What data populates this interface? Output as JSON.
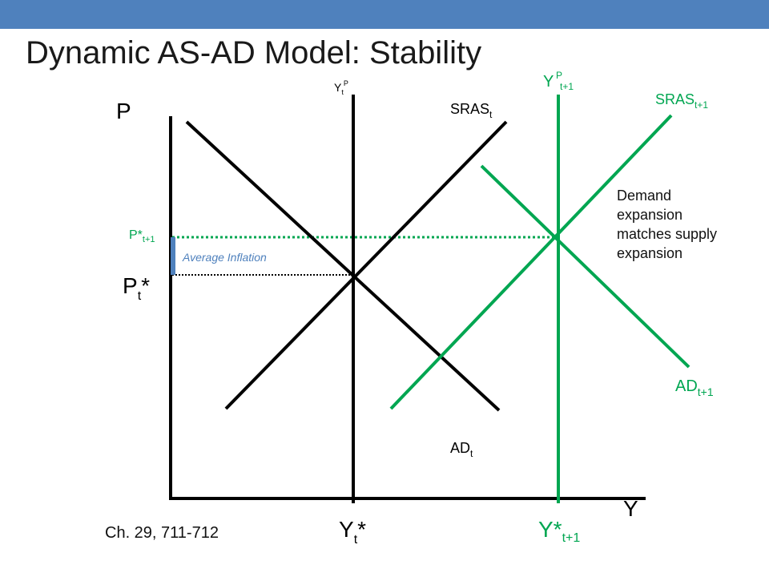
{
  "slide": {
    "title": "Dynamic AS-AD Model: Stability",
    "footer": "Ch. 29, 711-712",
    "accent_color": "#4f81bd"
  },
  "diagram": {
    "axis_y_label": "P",
    "axis_x_label": "Y",
    "curves": {
      "sras_t": {
        "base": "SRAS",
        "sub": "t",
        "color": "#000000"
      },
      "ad_t": {
        "base": "AD",
        "sub": "t",
        "color": "#000000"
      },
      "yp_t": {
        "base": "Y",
        "sub": "t",
        "sup": "P",
        "color": "#000000"
      },
      "sras_t1": {
        "base": "SRAS",
        "sub": "t+1",
        "color": "#00a651"
      },
      "ad_t1": {
        "base": "AD",
        "sub": "t+1",
        "color": "#00a651"
      },
      "yp_t1": {
        "base": "Y",
        "sub": "t+1",
        "sup": "P",
        "color": "#00a651"
      }
    },
    "levels": {
      "p_t": {
        "base": "P",
        "sub": "t",
        "suffix": "*"
      },
      "p_t1": {
        "base": "P*",
        "sub": "t+1",
        "color": "#00a651"
      },
      "y_t": {
        "base": "Y",
        "sub": "t",
        "suffix": "*"
      },
      "y_t1": {
        "base": "Y*",
        "sub": "t+1",
        "color": "#00a651"
      }
    },
    "avg_inflation_label": "Average Inflation",
    "avg_inflation_color": "#4f81bd",
    "note_lines": [
      "Demand",
      "expansion",
      "matches supply",
      "expansion"
    ]
  }
}
